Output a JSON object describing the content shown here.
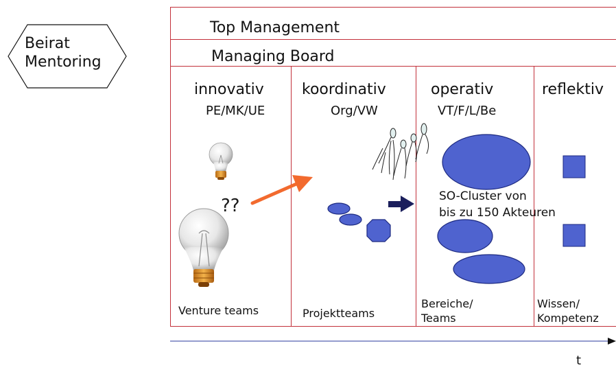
{
  "advisory": {
    "line1": "Beirat",
    "line2": "Mentoring"
  },
  "layers": {
    "top": "Top Management",
    "board": "Managing Board"
  },
  "columns": [
    {
      "title": "innovativ",
      "subtitle": "PE/MK/UE",
      "footer": [
        "Venture teams"
      ]
    },
    {
      "title": "koordinativ",
      "subtitle": "Org/VW",
      "footer": [
        "Projektteams"
      ]
    },
    {
      "title": "operativ",
      "subtitle": "VT/F/L/Be",
      "footer": [
        "Bereiche/",
        "Teams"
      ]
    },
    {
      "title": "reflektiv",
      "subtitle": "",
      "footer": [
        "Wissen/",
        "Kompetenz"
      ]
    }
  ],
  "annotations": {
    "question": "??",
    "cluster_line1": "SO-Cluster von",
    "cluster_line2": "bis zu 150 Akteuren"
  },
  "timeline": {
    "label": "t"
  },
  "colors": {
    "frame": "#c2303a",
    "shape_fill": "#4f63cf",
    "shape_stroke": "#1d2a80",
    "arrow_orange": "#f26a2e",
    "arrow_navy": "#1b1f5c",
    "axis": "#5560b0"
  },
  "icons": [
    "lightbulb-icon",
    "people-figures-icon"
  ]
}
